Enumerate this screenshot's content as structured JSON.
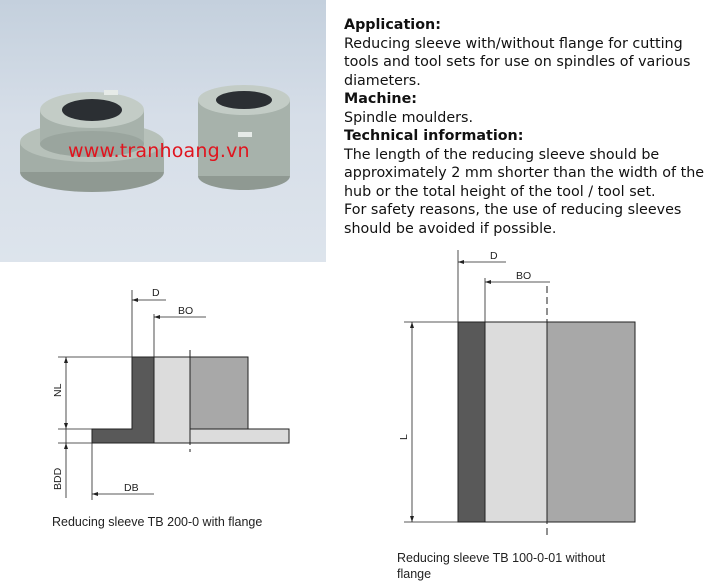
{
  "photo": {
    "watermark": "www.tranhoang.vn",
    "colors": {
      "sleeve": "#a9b4ad",
      "bore": "#2b2f33",
      "watermark": "#e0141e"
    }
  },
  "info": {
    "application_heading": "Application:",
    "application_text": "Reducing sleeve with/without flange for cutting tools and tool sets for use on spindles of various diameters.",
    "machine_heading": "Machine:",
    "machine_text": "Spindle moulders.",
    "technical_heading": "Technical information:",
    "technical_text_1": "The length of the reducing sleeve should be approximately 2 mm shorter than the width of the hub or the total height of the tool / tool set.",
    "technical_text_2": "For safety reasons, the use of reducing sleeves should be avoided if possible."
  },
  "diagram_flange": {
    "labels": {
      "d": "D",
      "bo": "BO",
      "nl": "NL",
      "bdd": "BDD",
      "db": "DB"
    },
    "caption": "Reducing sleeve TB 200-0 with flange"
  },
  "diagram_plain": {
    "labels": {
      "d": "D",
      "bo": "BO",
      "l": "L"
    },
    "caption_line1": "Reducing sleeve TB 100-0-01 without",
    "caption_line2": "flange"
  },
  "colors": {
    "dark_wall": "#595959",
    "light_wall": "#dcdcdc",
    "outer": "#a8a8a8",
    "line": "#222222"
  }
}
